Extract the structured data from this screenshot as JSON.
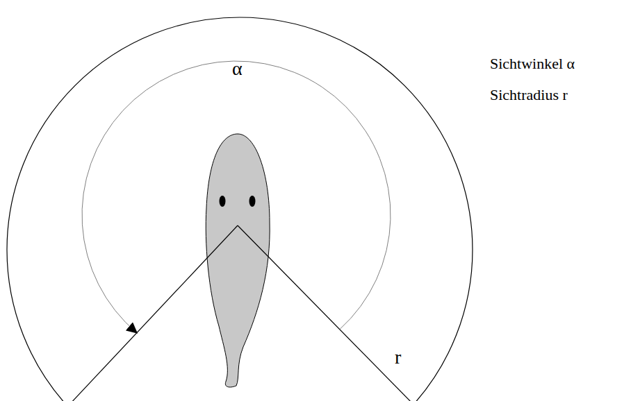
{
  "diagram": {
    "labels": [
      "α",
      "r",
      "Sichtwinkel α",
      "Sichtradius r"
    ]
  }
}
